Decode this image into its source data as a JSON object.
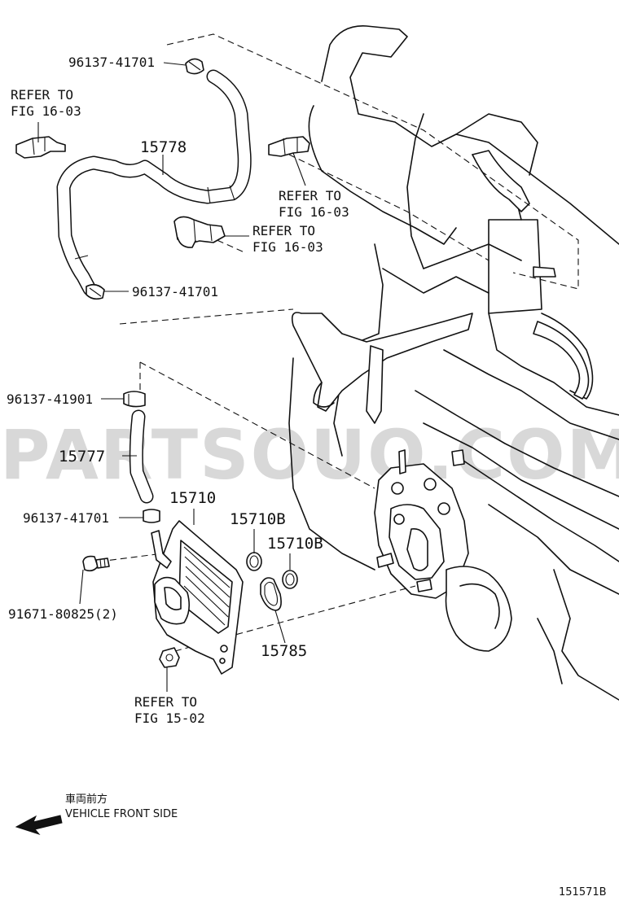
{
  "labels": {
    "clamp_top": "96137-41701",
    "refer_1": [
      "REFER TO",
      "FIG 16-03"
    ],
    "hose_upper": "15778",
    "refer_2": [
      "REFER TO",
      "FIG 16-03"
    ],
    "refer_3": [
      "REFER TO",
      "FIG 16-03"
    ],
    "clamp_mid": "96137-41701",
    "clamp_lower": "96137-41901",
    "hose_lower": "15777",
    "clamp_cooler": "96137-41701",
    "cooler": "15710",
    "oring_1": "15710B",
    "oring_2": "15710B",
    "bolt": "91671-80825(2)",
    "gasket": "15785",
    "refer_4": [
      "REFER TO",
      "FIG 15-02"
    ]
  },
  "direction": {
    "japanese": "車両前方",
    "english": "VEHICLE FRONT SIDE"
  },
  "figure_id": "151571B",
  "watermark": "PARTSOUQ.COM"
}
